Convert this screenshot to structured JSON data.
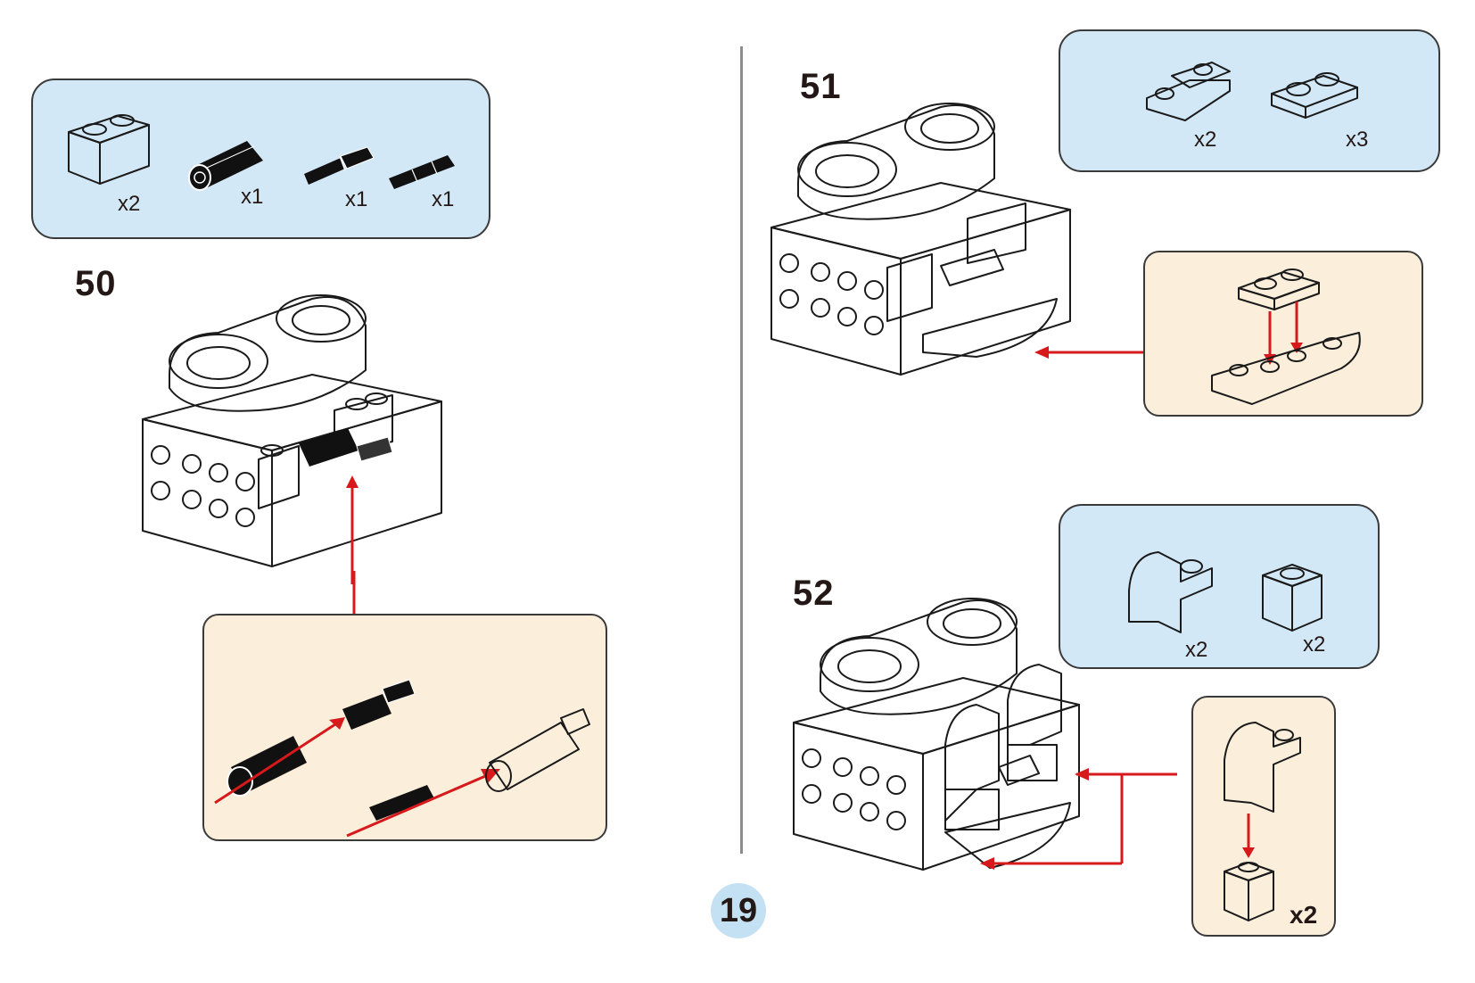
{
  "page": {
    "number": "19"
  },
  "colors": {
    "parts_panel_bg": "#d3e8f6",
    "sub_assembly_bg": "#fbefdc",
    "model_light_blue": "#c6d8ea",
    "accent_blue": "#4aa9d9",
    "arrow_red": "#d7191c",
    "page_badge": "#c4e1f4",
    "divider": "#8c8c8c"
  },
  "steps": [
    {
      "number": "50",
      "parts": [
        {
          "name": "white 1x2 brick",
          "icon": "white-brick-1x2-icon",
          "qty": "x2"
        },
        {
          "name": "black axle connector",
          "icon": "black-axle-connector-icon",
          "qty": "x1"
        },
        {
          "name": "black axle pin",
          "icon": "black-axle-pin-icon",
          "qty": "x1"
        },
        {
          "name": "black axle 2",
          "icon": "black-axle-2-icon",
          "qty": "x1"
        }
      ],
      "sub_assembly": "axle connector + pin, axle into blue connector"
    },
    {
      "number": "51",
      "parts": [
        {
          "name": "white inverted slope 1x2",
          "icon": "white-inverted-slope-icon",
          "qty": "x2"
        },
        {
          "name": "white plate 1x2",
          "icon": "white-plate-1x2-icon",
          "qty": "x3"
        }
      ],
      "sub_assembly": "plate onto inverted slopes"
    },
    {
      "number": "52",
      "parts": [
        {
          "name": "blue curved slope",
          "icon": "blue-curved-slope-icon",
          "qty": "x2"
        },
        {
          "name": "white 1x1 brick",
          "icon": "white-brick-1x1-icon",
          "qty": "x2"
        }
      ],
      "sub_assembly": {
        "label": "x2"
      }
    }
  ]
}
